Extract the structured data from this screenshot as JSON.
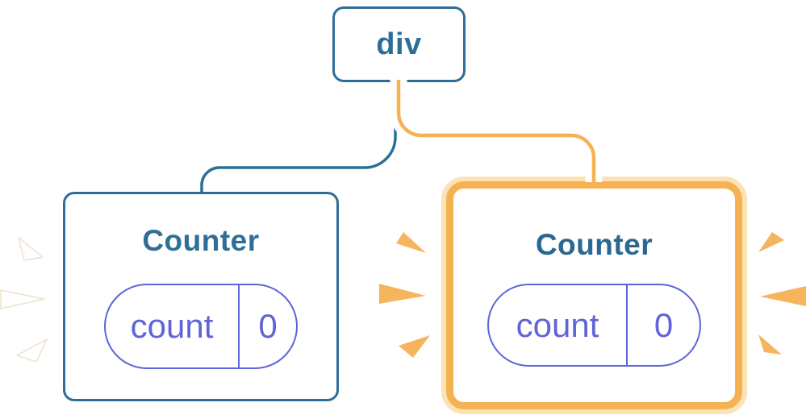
{
  "diagram": {
    "kind": "react-component-tree",
    "description": "A div root node connected to two Counter components; the right Counter is highlighted with an orange frame and orange burst sparkles, the left has white burst sparkles.",
    "root": {
      "label": "div"
    },
    "children": [
      {
        "title": "Counter",
        "state_key": "count",
        "state_value": "0",
        "highlighted": false
      },
      {
        "title": "Counter",
        "state_key": "count",
        "state_value": "0",
        "highlighted": true
      }
    ],
    "colors": {
      "node_blue": "#2D6E97",
      "title_blue": "#2F6E96",
      "title_blue_bold": "#2A6892",
      "state_purple": "#5F64D7",
      "highlight_orange": "#F6B252",
      "highlight_halo": "#FAE3B5",
      "sparkle_orange": "#F6B45C",
      "sparkle_white": "#FFFFFF",
      "background": "#FFFFFF"
    },
    "icons": {
      "left_burst": "white-burst-sparkle-icon",
      "right_burst": "orange-burst-sparkle-icon"
    }
  }
}
